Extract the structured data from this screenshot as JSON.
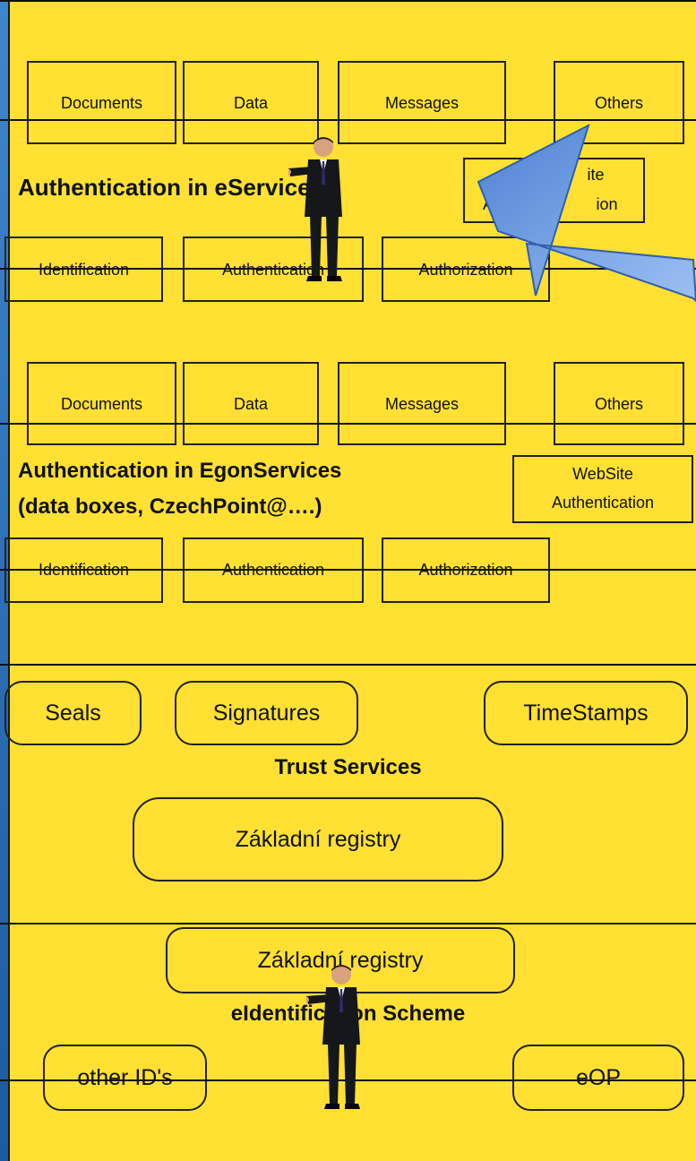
{
  "block_esvc": {
    "top_boxes": [
      "Documents",
      "Data",
      "Messages",
      "Others"
    ],
    "title": "Authentication in eServices",
    "website_partial": [
      "ite",
      "A",
      "ion"
    ],
    "bottom_boxes": [
      "Identification",
      "Authentication",
      "Authorization"
    ]
  },
  "block_egon": {
    "top_boxes": [
      "Documents",
      "Data",
      "Messages",
      "Others"
    ],
    "title_line1": "Authentication in EgonServices",
    "title_line2": "(data boxes, CzechPoint@….)",
    "website_line1": "WebSite",
    "website_line2": "Authentication",
    "bottom_boxes": [
      "Identification",
      "Authentication",
      "Authorization"
    ]
  },
  "trust": {
    "pills": [
      "Seals",
      "Signatures",
      "TimeStamps"
    ],
    "title": "Trust Services",
    "registry": "Základní registry"
  },
  "eid": {
    "registry": "Základní registry",
    "title": "eIdentification Scheme",
    "pills": [
      "other ID's",
      "eOP"
    ]
  },
  "colors": {
    "background": "#ffe033",
    "arrow": "#5a8fd8",
    "side": "#2c6fb8"
  }
}
